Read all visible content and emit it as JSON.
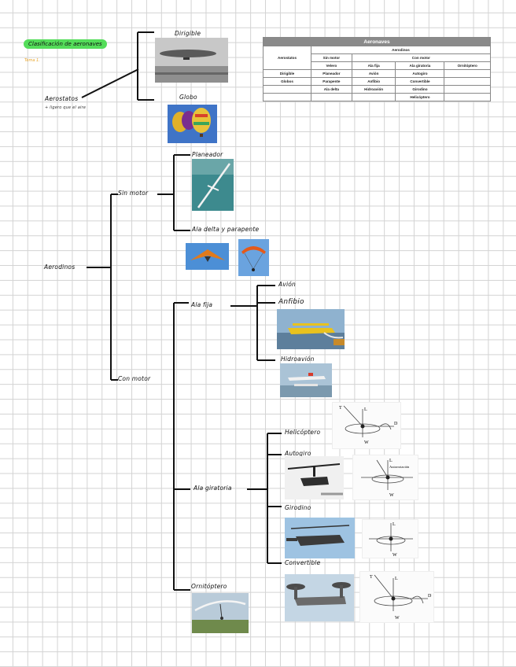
{
  "header": {
    "title": "Clasificación de aeronaves",
    "subtitle": "Tema 1."
  },
  "tree": {
    "aerostatos": "Aerostatos",
    "aerostatos_note": "+ ligero que el aire",
    "dirigible": "Dirigible",
    "globo": "Globo",
    "aerodinos": "Aerodinos",
    "sin_motor": "Sin motor",
    "con_motor": "Con motor",
    "planeador": "Planeador",
    "ala_delta_parapente": "Ala delta y parapente",
    "ala_fija": "Ala fija",
    "avion": "Avión",
    "anfibio": "Anfibio",
    "hidroavion": "Hidroavión",
    "ala_giratoria": "Ala giratoria",
    "helicoptero": "Helicóptero",
    "autogiro": "Autogiro",
    "girodino": "Girodino",
    "convertible": "Convertible",
    "ornitoptero": "Ornitóptero"
  },
  "table": {
    "title": "Aeronaves",
    "col_aerostatos": "Aerostatos",
    "col_aerodinos": "Aerodinos",
    "sin_motor": "Sin motor",
    "con_motor": "Con motor",
    "velero": "Velero",
    "ala_fija": "Ala fija",
    "ala_giratoria": "Ala giratoria",
    "ornitoptero": "Ornitóptero",
    "rows": [
      [
        "Dirigible",
        "Planeador",
        "Avión",
        "Autogiro"
      ],
      [
        "Globos",
        "Parapente",
        "Anfibio",
        "Convertible"
      ],
      [
        "",
        "Ala delta",
        "Hidroavión",
        "Girodino"
      ],
      [
        "",
        "",
        "",
        "Helicóptero"
      ]
    ]
  },
  "diagram_labels": {
    "force_l": "L",
    "force_w": "W",
    "force_d": "D",
    "force_t": "T",
    "autorrotacion": "Autorrotación"
  }
}
